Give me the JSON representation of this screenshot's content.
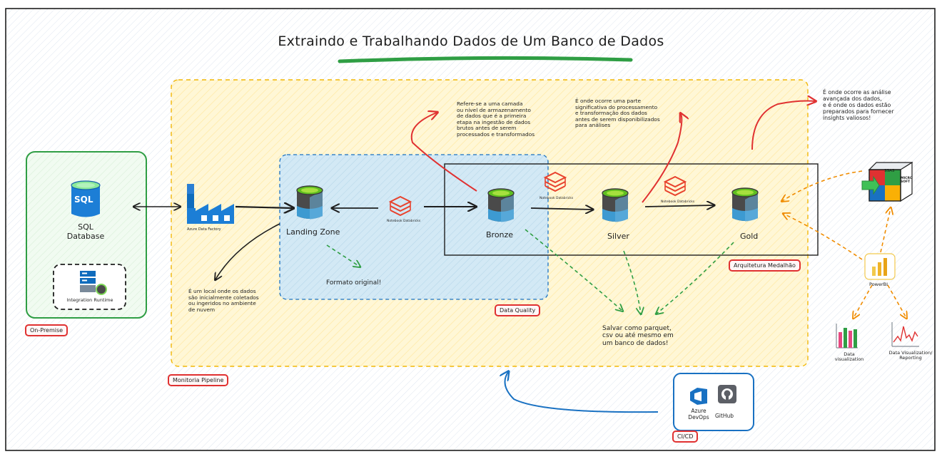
{
  "title": "Extraindo e Trabalhando Dados de Um Banco de Dados",
  "colors": {
    "red": "#e03131",
    "green": "#2f9e44",
    "blue": "#1971c2",
    "yellow_zone": "#ffec99",
    "blue_zone": "#a5d8ff"
  },
  "on_premise": {
    "tag": "On-Premise",
    "sql_icon_text": "SQL",
    "sql_label": "SQL\nDatabase",
    "runtime_label": "Integration Runtime"
  },
  "adf_label": "Azure Data Factory",
  "landing": {
    "label": "Landing Zone",
    "note": "É um local onde os dados\nsão inicialmente coletados\nou ingeridos no ambiente\nde nuvem"
  },
  "formato_label": "Formato original!",
  "notebook_label": "Notebook Databricks",
  "bronze": {
    "label": "Bronze",
    "note": "Refere-se a uma camada\nou nível de armazenamento\nde dados que é a primeira\netapa na ingestão de dados\nbrutos antes de serem\nprocessados e transformados"
  },
  "silver": {
    "label": "Silver",
    "note": "É onde ocorre uma parte\nsignificativa do processamento\ne transformação dos dados\nantes de serem disponibilizados\npara análises"
  },
  "gold": {
    "label": "Gold",
    "note": "É onde ocorre as análise\navançada dos dados,\ne é onde os dados estão\npreparados para fornecer\ninsights valiosos!"
  },
  "salvar_note": "Salvar como parquet,\ncsv ou até mesmo em\num banco de dados!",
  "tags": {
    "data_quality": "Data Quality",
    "arquitetura": "Arquitetura Medalhão",
    "monitoria": "Monitoria Pipeline",
    "cicd": "CI/CD"
  },
  "ssas_text": "SSAS",
  "microsoft_text": "MICRO SOFT",
  "powerbi_label": "PowerBI",
  "dataviz_label": "Data\nvisualization",
  "reporting_label": "Data Visualization/\nReporting",
  "devops_label": "Azure\nDevOps",
  "github_label": "GitHub"
}
